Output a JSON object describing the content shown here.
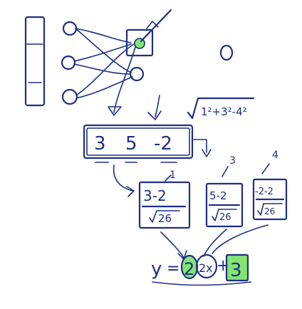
{
  "vector": {
    "values": [
      "3",
      "5",
      "-2"
    ],
    "norm_expression": "1²+3²-4²"
  },
  "normalized": [
    {
      "index": "1",
      "numerator": "3-2",
      "denominator": "26"
    },
    {
      "index": "3",
      "numerator": "5-2",
      "denominator": "26"
    },
    {
      "index": "4",
      "numerator": "-2-2",
      "denominator": "26"
    }
  ],
  "equation": {
    "y": "y",
    "equals": "=",
    "weight": "2",
    "x": "2x",
    "plus": "+",
    "bias": "3"
  },
  "colors": {
    "ink": "#1f2f86",
    "highlight": "#6fe05a"
  }
}
